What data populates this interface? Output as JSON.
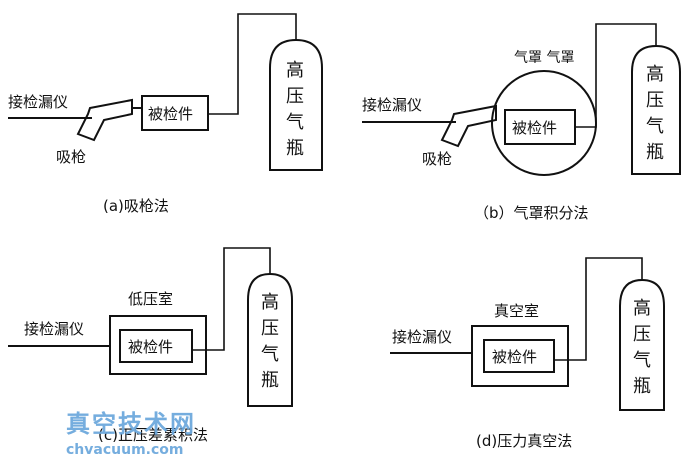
{
  "panels": {
    "a": {
      "leak_detector_label": "接检漏仪",
      "probe_label": "吸枪",
      "test_part_label": "被检件",
      "cylinder_label": [
        "高",
        "压",
        "气",
        "瓶"
      ],
      "caption": "(a)吸枪法"
    },
    "b": {
      "leak_detector_label": "接检漏仪",
      "probe_label": "吸枪",
      "hood_label": "气罩 气罩",
      "test_part_label": "被检件",
      "cylinder_label": [
        "高",
        "压",
        "气",
        "瓶"
      ],
      "caption": "（b）气罩积分法"
    },
    "c": {
      "leak_detector_label": "接检漏仪",
      "chamber_label": "低压室",
      "test_part_label": "被检件",
      "cylinder_label": [
        "高",
        "压",
        "气",
        "瓶"
      ],
      "caption": "(c)正压差累积法"
    },
    "d": {
      "leak_detector_label": "接检漏仪",
      "chamber_label": "真空室",
      "test_part_label": "被检件",
      "cylinder_label": [
        "高",
        "压",
        "气",
        "瓶"
      ],
      "caption": "(d)压力真空法"
    }
  },
  "watermark": {
    "title": "真空技术网",
    "url": "chvacuum.com"
  }
}
